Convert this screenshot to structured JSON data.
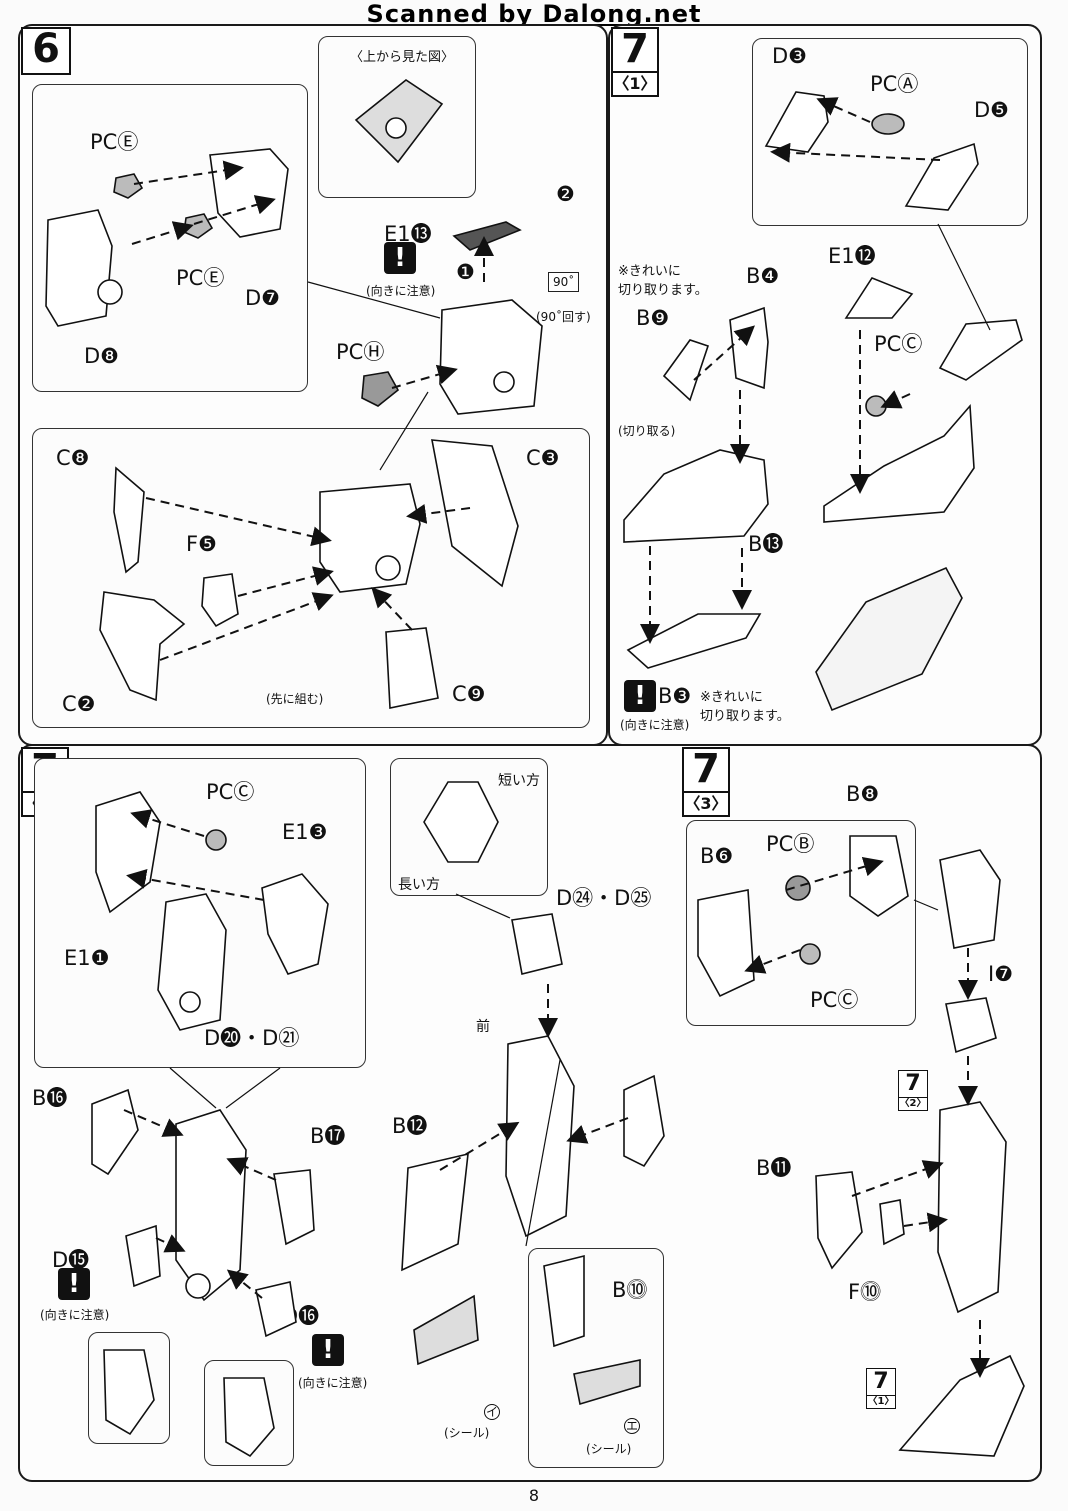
{
  "header": {
    "text": "Scanned by Dalong.net"
  },
  "page_number": "8",
  "step6": {
    "number": "6",
    "top_view_label": "〈上から見た図〉",
    "labels": {
      "pce_top": "PCⒺ",
      "pce_mid": "PCⒺ",
      "d7": "D❼",
      "d8": "D❽",
      "e113": "E1⓭",
      "warn_note": "(向きに注意)",
      "rot_note": "(90˚回す)",
      "rot_badge": "90˚",
      "pch": "PCⒽ",
      "c8": "C❽",
      "c3": "C❸",
      "f5": "F❺",
      "c2": "C❷",
      "c9": "C❾",
      "first_note": "(先に組む)"
    },
    "markers": [
      "❶",
      "❷"
    ]
  },
  "step7_1": {
    "number": "7",
    "sub": "〈1〉",
    "labels": {
      "d3": "D❸",
      "pca": "PCⒶ",
      "d5": "D❺",
      "cut_note": "※きれいに\n切り取ります。",
      "b4": "B❹",
      "b9": "B❾",
      "e112": "E1⓬",
      "pcc": "PCⒸ",
      "cutoff_note": "(切り取る)",
      "b13": "B⓭",
      "b3": "B❸",
      "b3_note": "※きれいに\n切り取ります。",
      "warn_note": "(向きに注意)"
    }
  },
  "step7_2": {
    "number": "7",
    "sub": "〈2〉",
    "labels": {
      "pcc": "PCⒸ",
      "e13": "E1❸",
      "e11": "E1❶",
      "d20_21": "D⓴・D㉑",
      "b16": "B⓰",
      "b17": "B⓱",
      "d15": "D⓯",
      "d16": "D⓰",
      "warn_note_a": "(向きに注意)",
      "warn_note_b": "(向きに注意)",
      "short_side": "短い方",
      "long_side": "長い方",
      "d24_25": "D㉔・D㉕",
      "front": "前",
      "b12": "B⓬",
      "b10": "B⓾",
      "seal_a": "(シール)",
      "seal_b": "(シール)",
      "seal_a_mark": "イ",
      "seal_b_mark": "エ"
    }
  },
  "step7_3": {
    "number": "7",
    "sub": "〈3〉",
    "labels": {
      "b8": "B❽",
      "b6": "B❻",
      "pcb": "PCⒷ",
      "pcc": "PCⒸ",
      "i7": "I❼",
      "ref2_num": "7",
      "ref2_sub": "〈2〉",
      "b11": "B⓫",
      "f10": "F⓾",
      "ref1_num": "7",
      "ref1_sub": "〈1〉"
    }
  }
}
